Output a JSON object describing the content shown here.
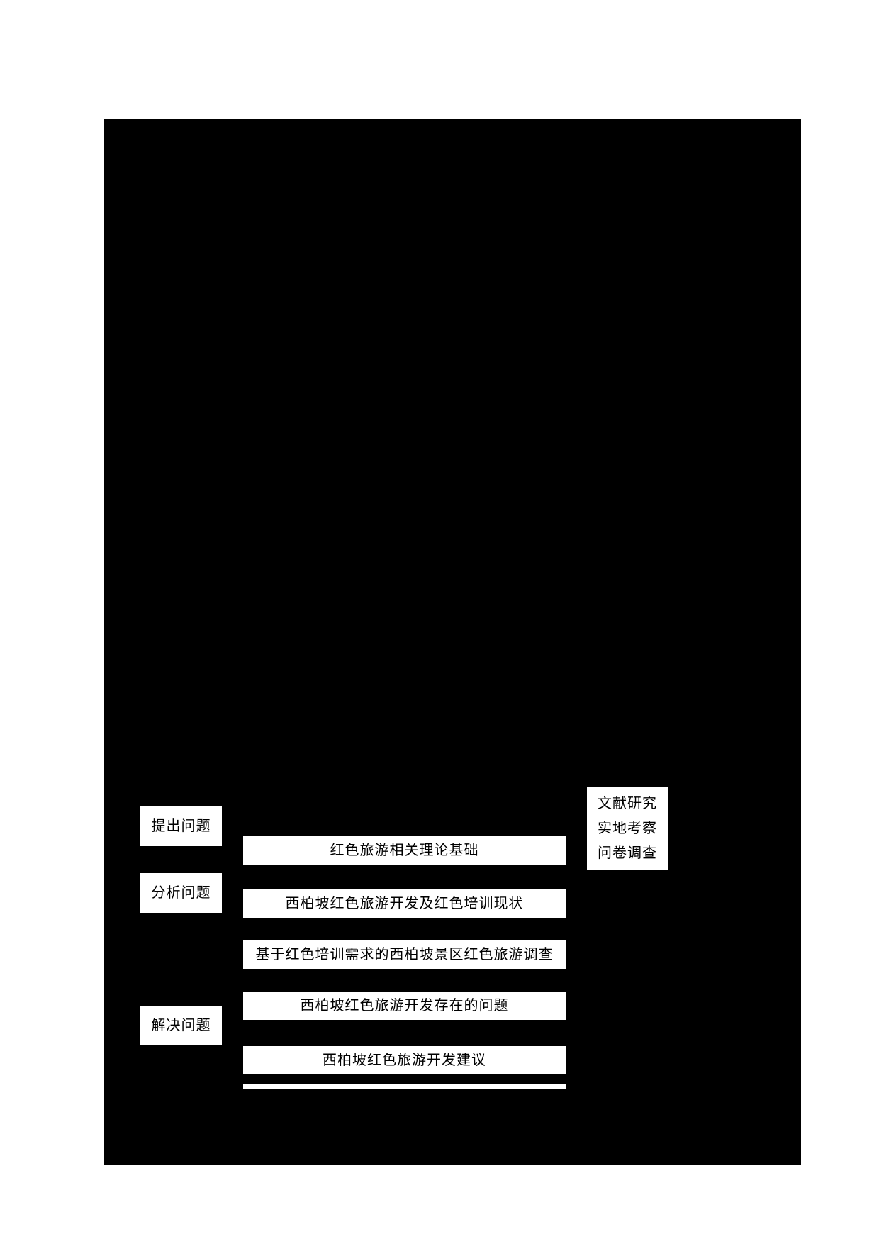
{
  "figure": {
    "background_color": "#000000",
    "box_color": "#ffffff",
    "text_color": "#000000",
    "stages": [
      {
        "label": "提出问题"
      },
      {
        "label": "分析问题"
      },
      {
        "label": "解决问题"
      }
    ],
    "content_boxes": [
      {
        "label": "红色旅游相关理论基础"
      },
      {
        "label": "西柏坡红色旅游开发及红色培训现状"
      },
      {
        "label": "基于红色培训需求的西柏坡景区红色旅游调查"
      },
      {
        "label": "西柏坡红色旅游开发存在的问题"
      },
      {
        "label": "西柏坡红色旅游开发建议"
      }
    ],
    "methods": [
      {
        "label": "文献研究"
      },
      {
        "label": "实地考察"
      },
      {
        "label": "问卷调查"
      }
    ]
  }
}
